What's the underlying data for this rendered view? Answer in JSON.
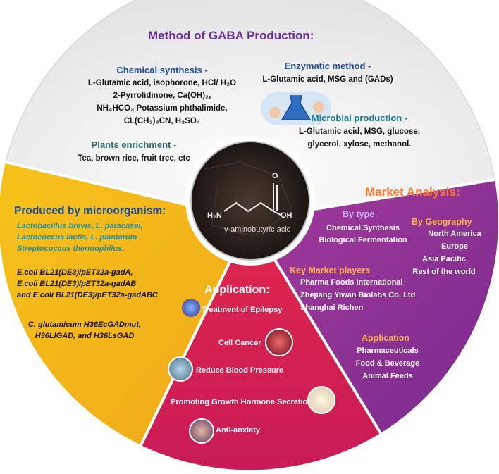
{
  "method": {
    "title": "Method of GABA Production:",
    "chemical": {
      "heading": "Chemical synthesis -",
      "lines": [
        "L-Glutamic acid, isophorone, HCl/ H₂O",
        "2-Pyrrolidinone, Ca(OH)₂,",
        "NH₄HCO₃ Potassium phthalimide,",
        "CL(CH₂)₃CN, H₂SO₄"
      ]
    },
    "enzymatic": {
      "heading": "Enzymatic method -",
      "lines": [
        "L-Glutamic acid, MSG and (GADs)"
      ]
    },
    "microbial": {
      "heading": "Microbial production -",
      "lines": [
        "L-Glutamic acid, MSG, glucose,",
        "glycerol, xylose, methanol."
      ]
    },
    "plants": {
      "heading": "Plants enrichment -",
      "lines": [
        "Tea, brown rice, fruit tree, etc"
      ]
    }
  },
  "center": {
    "label": "γ-aminobutyric acid",
    "atoms": {
      "n": "H₂N",
      "o": "O",
      "oh": "OH"
    }
  },
  "microorganism": {
    "title": "Produced by microorganism:",
    "group1": [
      "Lactobacillus brevis, L. paracasei,",
      "Lactococcus lactis, L. plantarum",
      "Streptococcus thermophilus."
    ],
    "group2": [
      "E.coli BL21(DE3)/pET32a-gadA,",
      "E.coli BL21(DE3)/pET32a-gadAB",
      "and E.coli BL21(DE3)/pET32a-gadABC"
    ],
    "group3": [
      "C. glutamicum H36EcGADmut,",
      "H36LlGAD, and H36LsGAD"
    ]
  },
  "market": {
    "title": "Market Analysis:",
    "by_type": {
      "heading": "By type",
      "items": [
        "Chemical Synthesis",
        "Biological Fermentation"
      ]
    },
    "by_geography": {
      "heading": "By Geography",
      "items": [
        "North America",
        "Europe",
        "Asia Pacific",
        "Rest of the world"
      ]
    },
    "key_players": {
      "heading": "Key Market players",
      "items": [
        "Pharma Foods International",
        "Zhejiang Yiwan Biolabs Co. Ltd",
        "Shanghai Richen"
      ]
    },
    "application": {
      "heading": "Application",
      "items": [
        "Pharmaceuticals",
        "Food & Beverage",
        "Animal Feeds"
      ]
    }
  },
  "application": {
    "title": "Application:",
    "items": [
      "Treatment of Epilepsy",
      "Cell Cancer",
      "Reduce Blood Pressure",
      "Promoting Growth Hormone Secretion",
      "Anti-anxiety"
    ]
  },
  "colors": {
    "top_segment": "#ececec",
    "left_segment": "#f3c01b",
    "right_segment": "#8e2f92",
    "bottom_segment": "#d7204b",
    "title_purple": "#6a2d9a",
    "market_orange": "#ff7a2d"
  },
  "icons": [
    "lab-flask-icon",
    "brain-icon",
    "cancer-cell-icon",
    "blood-pressure-icon",
    "growth-hormone-icon",
    "anxiety-person-icon"
  ]
}
